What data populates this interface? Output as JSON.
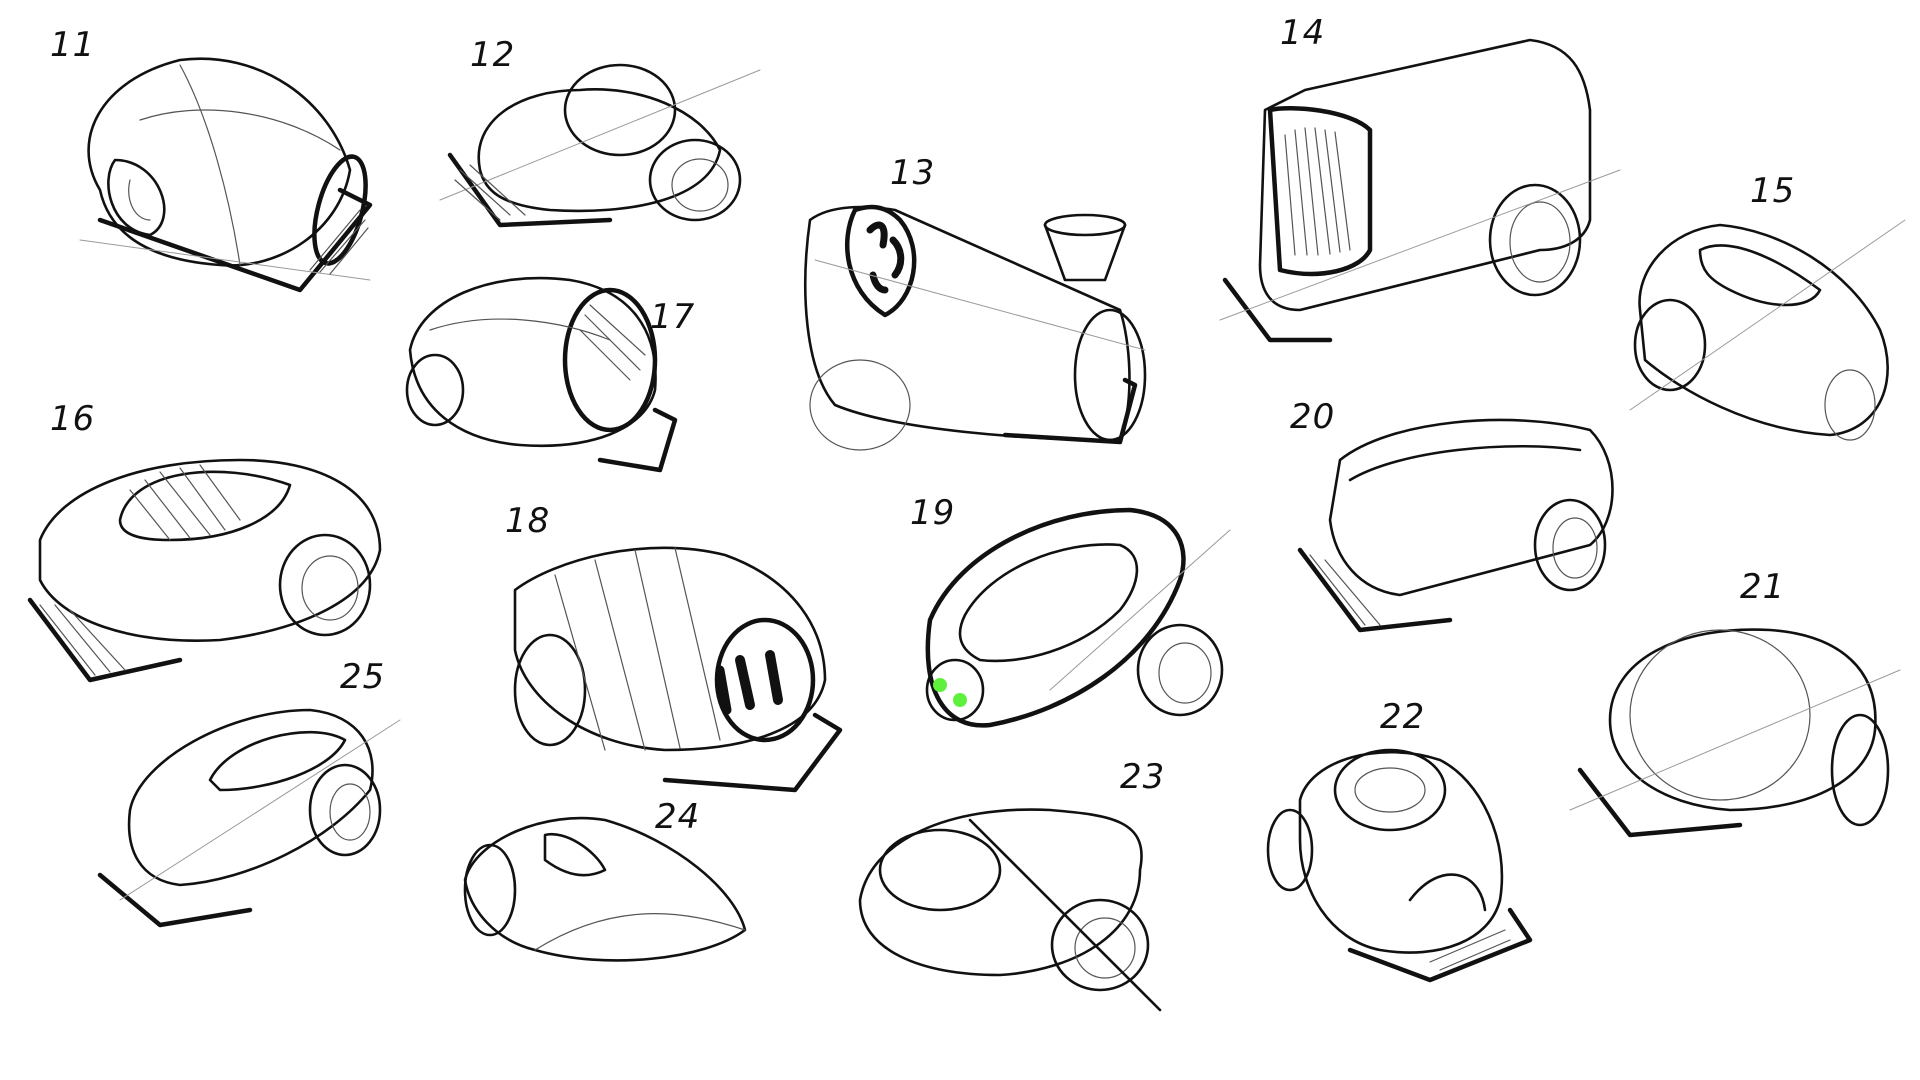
{
  "sketches": [
    {
      "label": "11"
    },
    {
      "label": "12"
    },
    {
      "label": "13"
    },
    {
      "label": "14"
    },
    {
      "label": "15"
    },
    {
      "label": "16"
    },
    {
      "label": "17"
    },
    {
      "label": "18"
    },
    {
      "label": "19"
    },
    {
      "label": "20"
    },
    {
      "label": "21"
    },
    {
      "label": "22"
    },
    {
      "label": "23"
    },
    {
      "label": "24"
    },
    {
      "label": "25"
    }
  ],
  "colors": {
    "ink": "#111111",
    "hatch": "#222222",
    "accent_green": "#5ef03a",
    "paper": "#ffffff"
  }
}
